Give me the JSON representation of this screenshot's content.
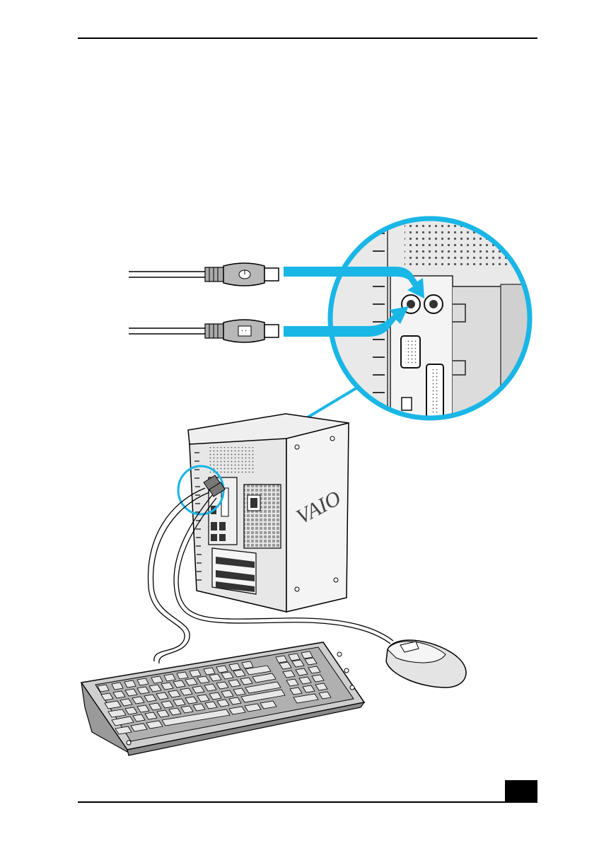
{
  "page": {
    "page_number": "",
    "brand_logo_text": "VAIO"
  },
  "colors": {
    "accent_cyan": "#19b6e6",
    "line": "#000000",
    "case_light": "#efefef",
    "case_mid": "#d6d6d6",
    "case_dark": "#8c8c8c"
  },
  "figure": {
    "items": [
      {
        "name": "mouse-cable-connector",
        "icon": "ps2-mouse-plug-icon"
      },
      {
        "name": "keyboard-cable-connector",
        "icon": "ps2-keyboard-plug-icon"
      },
      {
        "name": "computer-tower",
        "icon": "desktop-tower-icon"
      },
      {
        "name": "keyboard",
        "icon": "keyboard-icon"
      },
      {
        "name": "mouse",
        "icon": "mouse-icon"
      }
    ]
  }
}
